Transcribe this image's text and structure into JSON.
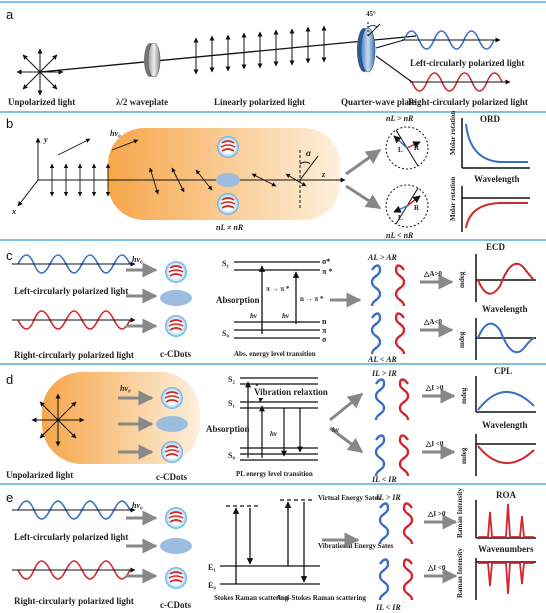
{
  "panels": {
    "a": {
      "letter": "a",
      "unpolarized": "Unpolarized light",
      "half_wave": "λ/2 waveplate",
      "linear": "Linearly polarized light",
      "quarter": "Quarter-wave plate",
      "angle": "45°",
      "left_cpl": "Left-circularly polarized light",
      "right_cpl": "Right-circularly polarized light"
    },
    "b": {
      "letter": "b",
      "hv": "hv₀",
      "axis_y": "y",
      "axis_x": "x",
      "axis_z": "z",
      "alpha": "α",
      "n_neq": "nL ≠ nR",
      "n_gt": "nL > nR",
      "n_lt": "nL < nR",
      "L": "L",
      "R": "R",
      "ord_title": "ORD",
      "ylabel": "Molar rotation",
      "xlabel": "Wavelength"
    },
    "c": {
      "letter": "c",
      "left_cpl": "Left-circularly polarized light",
      "right_cpl": "Right-circularly polarized light",
      "hv": "hv₀",
      "cdots": "c-CDots",
      "s1": "S₁",
      "s0": "S₀",
      "sigma_star": "σ*",
      "pi_star": "π *",
      "n": "n",
      "pi": "π",
      "sigma": "σ",
      "pipi": "π → π *",
      "npi": "n → π *",
      "hv_small": "hv",
      "absorption": "Absorption",
      "caption": "Abs. energy level transition",
      "a_gt": "AL > AR",
      "a_lt": "AL < AR",
      "delta_pos": "△A>0",
      "delta_neg": "△A<0",
      "title": "ECD",
      "ylabel": "mdeg",
      "xlabel": "Wavelength"
    },
    "d": {
      "letter": "d",
      "unpolarized": "Unpolarized light",
      "hv": "hv₀",
      "cdots": "c-CDots",
      "s2": "S₂",
      "s1": "S₁",
      "s0": "S₀",
      "vib": "Vibration relaxtion",
      "absorption": "Absorption",
      "hv_small": "hv",
      "caption": "PL energy level transition",
      "i_gt": "IL > IR",
      "i_lt": "IL < IR",
      "delta_pos": "△I >0",
      "delta_neg": "△I <0",
      "title": "CPL",
      "ylabel": "mdeg",
      "xlabel": "Wavelength"
    },
    "e": {
      "letter": "e",
      "left_cpl": "Left-circularly polarized light",
      "right_cpl": "Right-circularly polarized light",
      "hv": "hv₀",
      "cdots": "c-CDots",
      "virtual": "Virtual Energy Sates",
      "vibrational": "Vibrational Energy Sates",
      "e1": "E₁",
      "e0": "E₀",
      "stokes": "Stokes Raman scattering",
      "anti": "Anti-Stokes Raman scattering",
      "i_gt": "IL > IR",
      "i_lt": "IL < IR",
      "delta_pos": "△I >0",
      "delta_neg": "△I <0",
      "title": "ROA",
      "ylabel": "Raman Intensity",
      "xlabel": "Wavenumbers"
    }
  },
  "colors": {
    "divider": "#55aadd",
    "left_helix": "#3a6fc4",
    "right_helix": "#d0282c",
    "glow": "#f5a94a",
    "ellipse": "#9dbde0"
  }
}
